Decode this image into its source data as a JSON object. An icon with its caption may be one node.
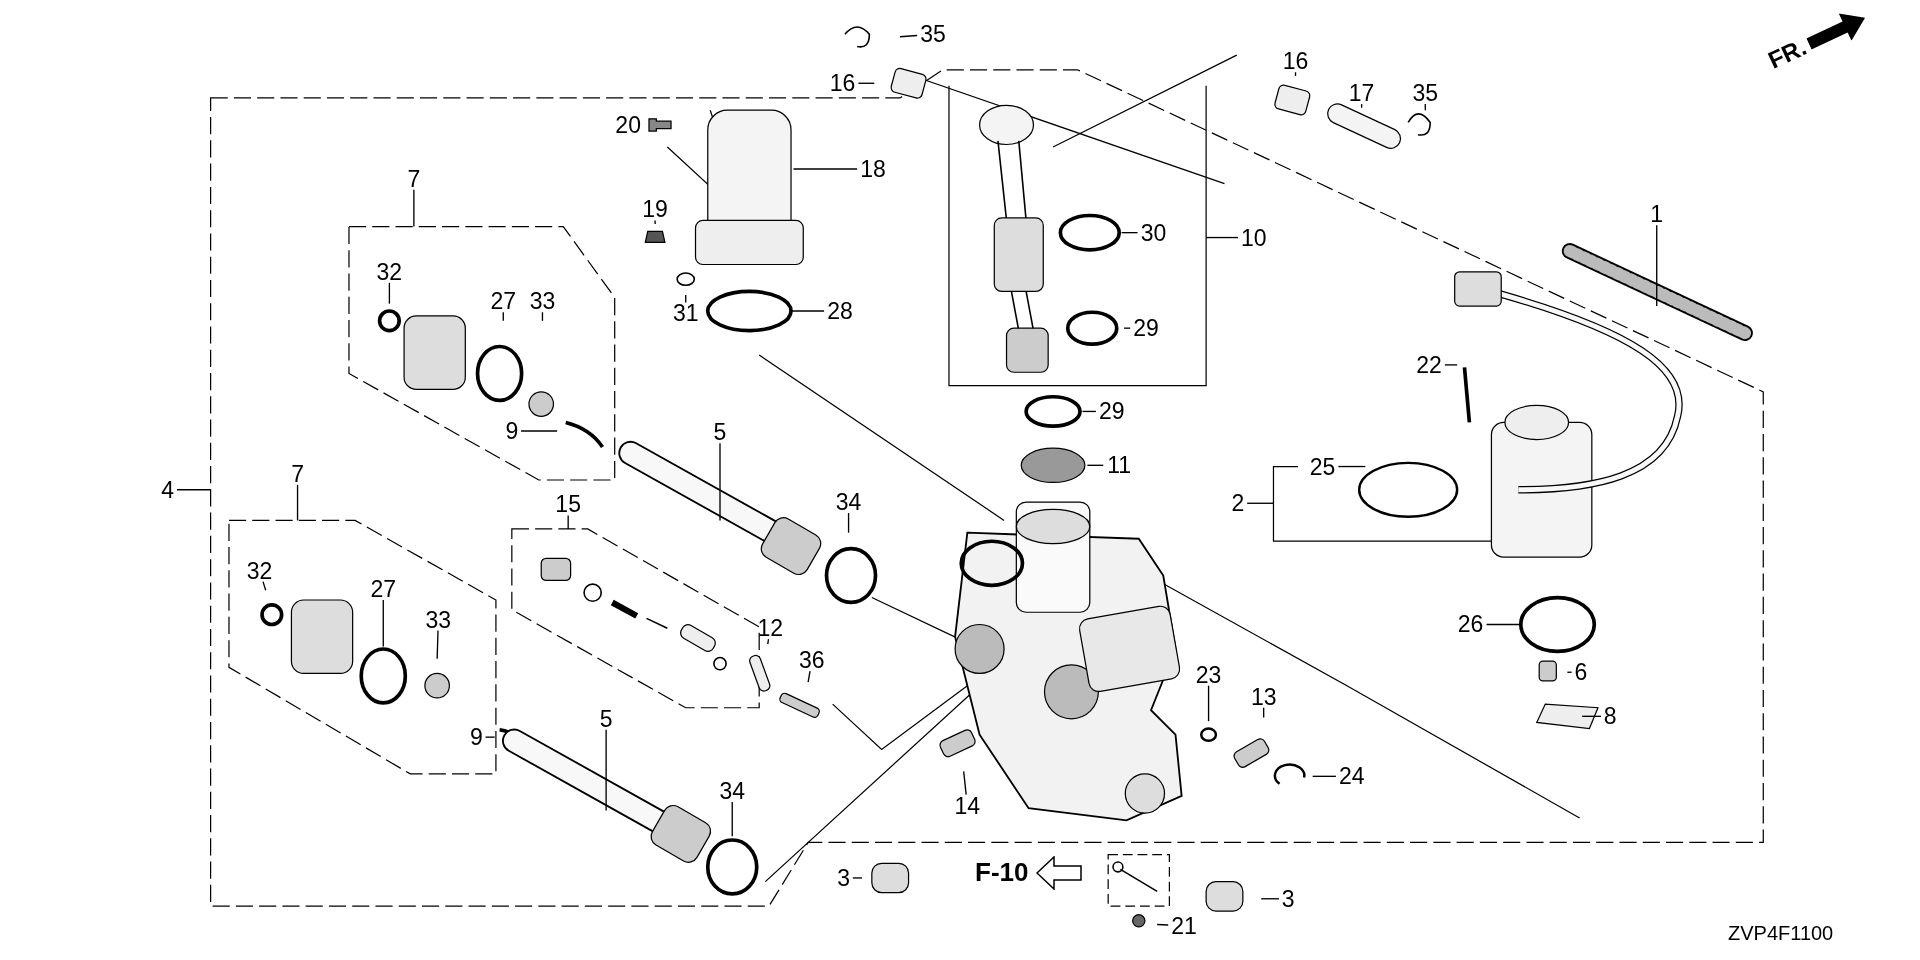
{
  "diagram": {
    "nodes": [
      {
        "text": [
          "35"
        ]
      },
      {
        "text": [
          "16"
        ]
      },
      {
        "text": [
          "16"
        ]
      },
      {
        "text": [
          "17"
        ]
      },
      {
        "text": [
          "35"
        ]
      },
      {
        "text": [
          "20"
        ]
      },
      {
        "text": [
          "18"
        ]
      },
      {
        "text": [
          "7"
        ]
      },
      {
        "text": [
          "19"
        ]
      },
      {
        "text": [
          "30"
        ]
      },
      {
        "text": [
          "1"
        ]
      },
      {
        "text": [
          "10"
        ]
      },
      {
        "text": [
          "32"
        ]
      },
      {
        "text": [
          "31"
        ]
      },
      {
        "text": [
          "28"
        ]
      },
      {
        "text": [
          "29"
        ]
      },
      {
        "text": [
          "27"
        ]
      },
      {
        "text": [
          "33"
        ]
      },
      {
        "text": [
          "22"
        ]
      },
      {
        "text": [
          "29"
        ]
      },
      {
        "text": [
          "9"
        ]
      },
      {
        "text": [
          "5"
        ]
      },
      {
        "text": [
          "11"
        ]
      },
      {
        "text": [
          "25"
        ]
      },
      {
        "text": [
          "4"
        ]
      },
      {
        "text": [
          "2"
        ]
      },
      {
        "text": [
          "15"
        ]
      },
      {
        "text": [
          "34"
        ]
      },
      {
        "text": [
          "7"
        ]
      },
      {
        "text": [
          "32"
        ]
      },
      {
        "text": [
          "27"
        ]
      },
      {
        "text": [
          "33"
        ]
      },
      {
        "text": [
          "26"
        ]
      },
      {
        "text": [
          "12"
        ]
      },
      {
        "text": [
          "36"
        ]
      },
      {
        "text": [
          "23"
        ]
      },
      {
        "text": [
          "13"
        ]
      },
      {
        "text": [
          "6"
        ]
      },
      {
        "text": [
          "8"
        ]
      },
      {
        "text": [
          "9"
        ]
      },
      {
        "text": [
          "5"
        ]
      },
      {
        "text": [
          "14"
        ]
      },
      {
        "text": [
          "24"
        ]
      },
      {
        "text": [
          "34"
        ]
      },
      {
        "text": [
          "3"
        ]
      },
      {
        "text": [
          "3"
        ]
      },
      {
        "text": [
          "21"
        ]
      }
    ],
    "edges": [
      {
        "from": 0,
        "to": null,
        "arrow": "none"
      },
      {
        "from": 1,
        "to": null,
        "arrow": "none"
      },
      {
        "from": 2,
        "to": null,
        "arrow": "none"
      },
      {
        "from": 3,
        "to": null,
        "arrow": "none"
      },
      {
        "from": 4,
        "to": null,
        "arrow": "none"
      },
      {
        "from": 5,
        "to": null,
        "arrow": "none"
      },
      {
        "from": 6,
        "to": null,
        "arrow": "none"
      },
      {
        "from": 7,
        "to": null,
        "arrow": "none"
      },
      {
        "from": 8,
        "to": null,
        "arrow": "none"
      },
      {
        "from": 9,
        "to": null,
        "arrow": "none"
      },
      {
        "from": 10,
        "to": null,
        "arrow": "none"
      },
      {
        "from": 11,
        "to": null,
        "arrow": "none"
      },
      {
        "from": 12,
        "to": null,
        "arrow": "none"
      },
      {
        "from": 13,
        "to": null,
        "arrow": "none"
      },
      {
        "from": 14,
        "to": null,
        "arrow": "none"
      },
      {
        "from": 15,
        "to": null,
        "arrow": "none"
      },
      {
        "from": 16,
        "to": null,
        "arrow": "none"
      },
      {
        "from": 17,
        "to": null,
        "arrow": "none"
      },
      {
        "from": 18,
        "to": null,
        "arrow": "none"
      },
      {
        "from": 19,
        "to": null,
        "arrow": "none"
      },
      {
        "from": 20,
        "to": null,
        "arrow": "none"
      },
      {
        "from": 21,
        "to": null,
        "arrow": "none"
      },
      {
        "from": 22,
        "to": null,
        "arrow": "none"
      },
      {
        "from": 23,
        "to": null,
        "arrow": "none"
      },
      {
        "from": 24,
        "to": null,
        "arrow": "none"
      },
      {
        "from": 25,
        "to": null,
        "arrow": "none"
      },
      {
        "from": 26,
        "to": null,
        "arrow": "none"
      },
      {
        "from": 27,
        "to": null,
        "arrow": "none"
      },
      {
        "from": 28,
        "to": null,
        "arrow": "none"
      },
      {
        "from": 29,
        "to": null,
        "arrow": "none"
      },
      {
        "from": 30,
        "to": null,
        "arrow": "none"
      },
      {
        "from": 31,
        "to": null,
        "arrow": "none"
      },
      {
        "from": 32,
        "to": null,
        "arrow": "none"
      },
      {
        "from": 33,
        "to": null,
        "arrow": "none"
      },
      {
        "from": 34,
        "to": null,
        "arrow": "none"
      },
      {
        "from": 35,
        "to": null,
        "arrow": "none"
      },
      {
        "from": 36,
        "to": null,
        "arrow": "none"
      },
      {
        "from": 37,
        "to": null,
        "arrow": "none"
      },
      {
        "from": 38,
        "to": null,
        "arrow": "none"
      },
      {
        "from": 39,
        "to": null,
        "arrow": "none"
      },
      {
        "from": 40,
        "to": null,
        "arrow": "none"
      },
      {
        "from": 41,
        "to": null,
        "arrow": "none"
      },
      {
        "from": 42,
        "to": null,
        "arrow": "none"
      },
      {
        "from": 43,
        "to": null,
        "arrow": "none"
      },
      {
        "from": 44,
        "to": null,
        "arrow": "none"
      },
      {
        "from": 45,
        "to": null,
        "arrow": "none"
      },
      {
        "from": 46,
        "to": null,
        "arrow": "none"
      }
    ],
    "labels": [
      "FR.",
      "F-10",
      "ZVP4F1100"
    ]
  }
}
